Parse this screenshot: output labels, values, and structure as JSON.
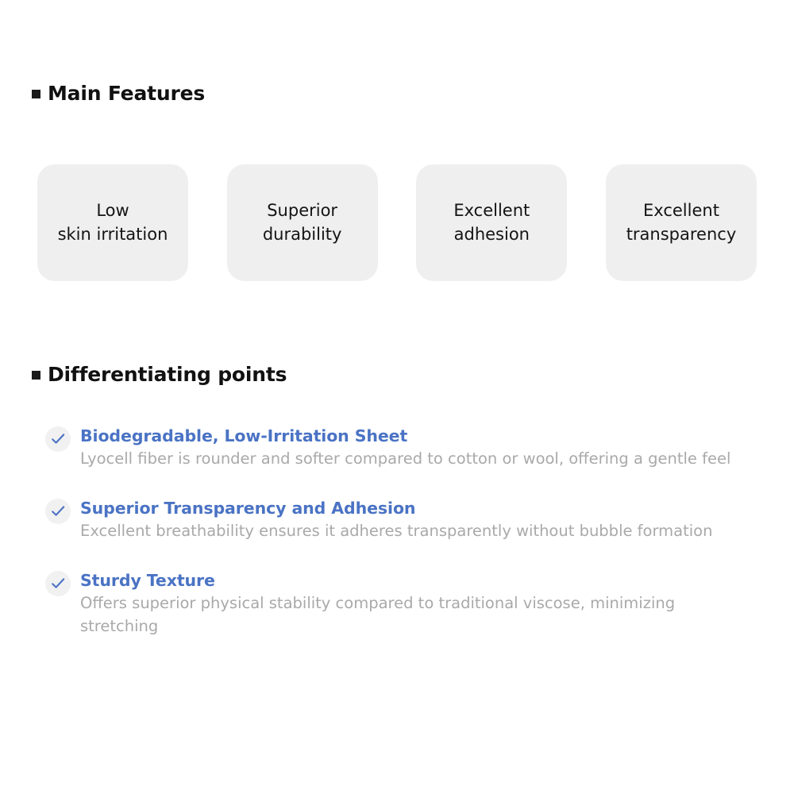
{
  "sections": {
    "main_features": {
      "heading": "Main Features",
      "bullet_icon": "filled-square-bullet",
      "cards": [
        {
          "label": "Low\nskin irritation"
        },
        {
          "label": "Superior\ndurability"
        },
        {
          "label": "Excellent\nadhesion"
        },
        {
          "label": "Excellent\ntransparency"
        }
      ]
    },
    "differentiating_points": {
      "heading": "Differentiating points",
      "bullet_icon": "filled-square-bullet",
      "items": [
        {
          "icon": "check-icon",
          "title": "Biodegradable, Low-Irritation Sheet",
          "description": "Lyocell fiber is rounder and softer compared to cotton or wool, offering a gentle feel"
        },
        {
          "icon": "check-icon",
          "title": "Superior Transparency and Adhesion",
          "description": "Excellent breathability ensures it adheres transparently without bubble formation"
        },
        {
          "icon": "check-icon",
          "title": "Sturdy Texture",
          "description": "Offers superior physical stability compared to traditional viscose, minimizing stretching"
        }
      ]
    }
  },
  "colors": {
    "background": "#ffffff",
    "card_background": "#efeff0",
    "heading_text": "#111111",
    "card_text": "#141414",
    "accent_blue": "#4a73c4",
    "description_gray": "#a9a9a9",
    "check_badge_background": "#f1f1f1"
  }
}
